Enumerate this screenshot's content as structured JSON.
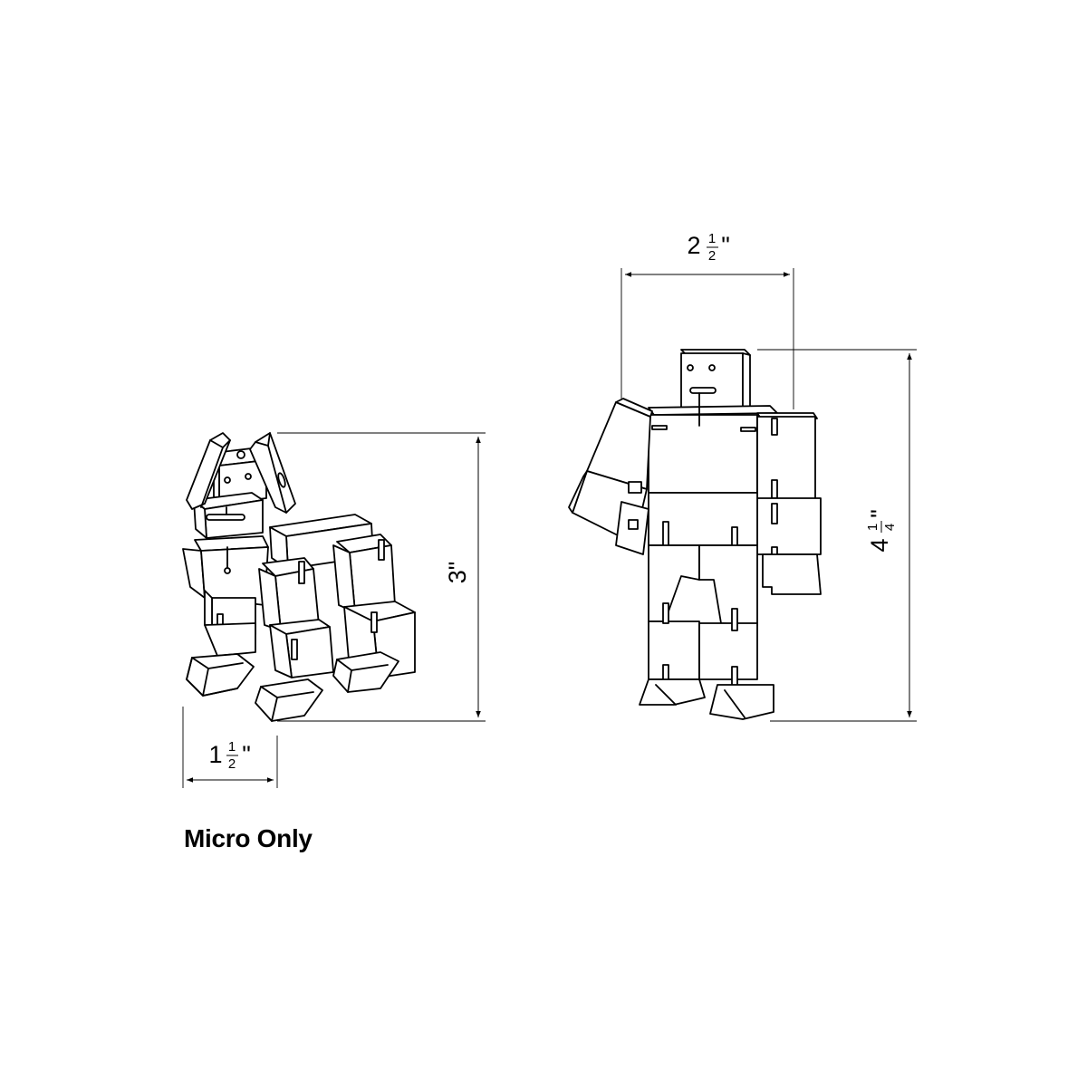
{
  "caption": "Micro Only",
  "dog": {
    "height_label": "3\"",
    "width_whole": "1",
    "width_frac_num": "1",
    "width_frac_den": "2",
    "width_inch_mark": "\""
  },
  "robot": {
    "width_whole": "2",
    "width_frac_num": "1",
    "width_frac_den": "2",
    "width_inch_mark": "\"",
    "height_whole": "4",
    "height_frac_num": "1",
    "height_frac_den": "4",
    "height_inch_mark": "\""
  }
}
